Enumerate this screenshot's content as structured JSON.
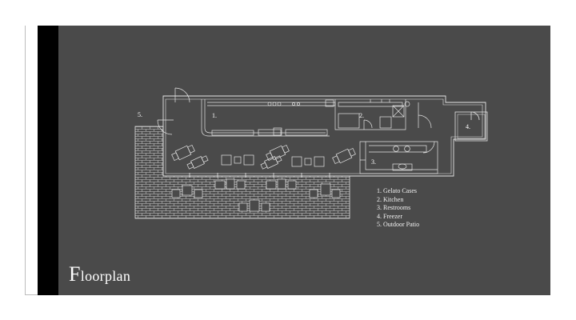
{
  "slide": {
    "title_initial": "F",
    "title_rest": "loorplan",
    "colors": {
      "background": "#4a4a4a",
      "band": "#000000",
      "lines": "#e6e6e6"
    }
  },
  "plan_labels": [
    {
      "name": "label-gelato-cases",
      "text": "1."
    },
    {
      "name": "label-kitchen",
      "text": "2."
    },
    {
      "name": "label-restrooms",
      "text": "3."
    },
    {
      "name": "label-freezer",
      "text": "4."
    },
    {
      "name": "label-outdoor-patio",
      "text": "5."
    }
  ],
  "legend": [
    "1. Gelato Cases",
    "2. Kitchen",
    "3. Restrooms",
    "4. Freezer",
    "5. Outdoor Patio"
  ]
}
